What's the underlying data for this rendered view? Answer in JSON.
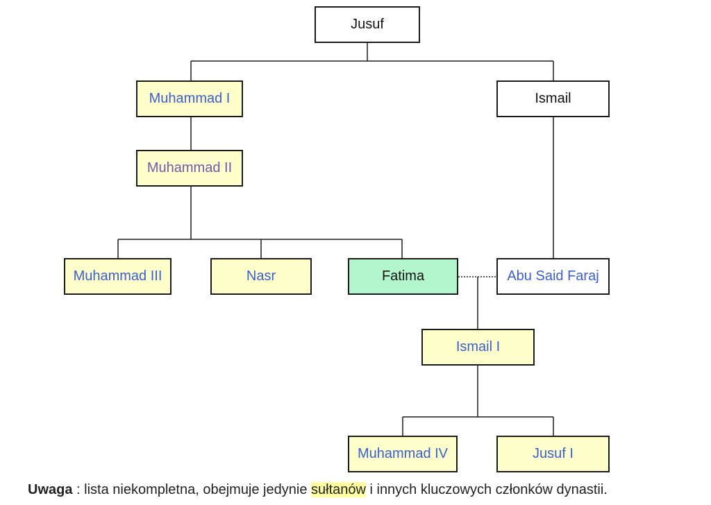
{
  "tree": {
    "nodes": {
      "jusuf": "Jusuf",
      "muhammad1": "Muhammad I",
      "ismail": "Ismail",
      "muhammad2": "Muhammad II",
      "muhammad3": "Muhammad III",
      "nasr": "Nasr",
      "fatima": "Fatima",
      "abusaid": "Abu Said Faraj",
      "ismail1": "Ismail I",
      "muhammad4": "Muhammad IV",
      "jusuf1": "Jusuf I"
    },
    "colors": {
      "sultan_fill": "#ffffcc",
      "female_fill": "#b3f5cc",
      "plain_fill": "#ffffff",
      "link_text": "#3a5fcd",
      "visited_link_text": "#6a5aad",
      "border": "#1a1a1a"
    }
  },
  "note": {
    "label": "Uwaga",
    "prefix": " : lista niekompletna, obejmuje jedynie ",
    "highlight": "sułtanów",
    "suffix": " i innych kluczowych członków dynastii."
  }
}
